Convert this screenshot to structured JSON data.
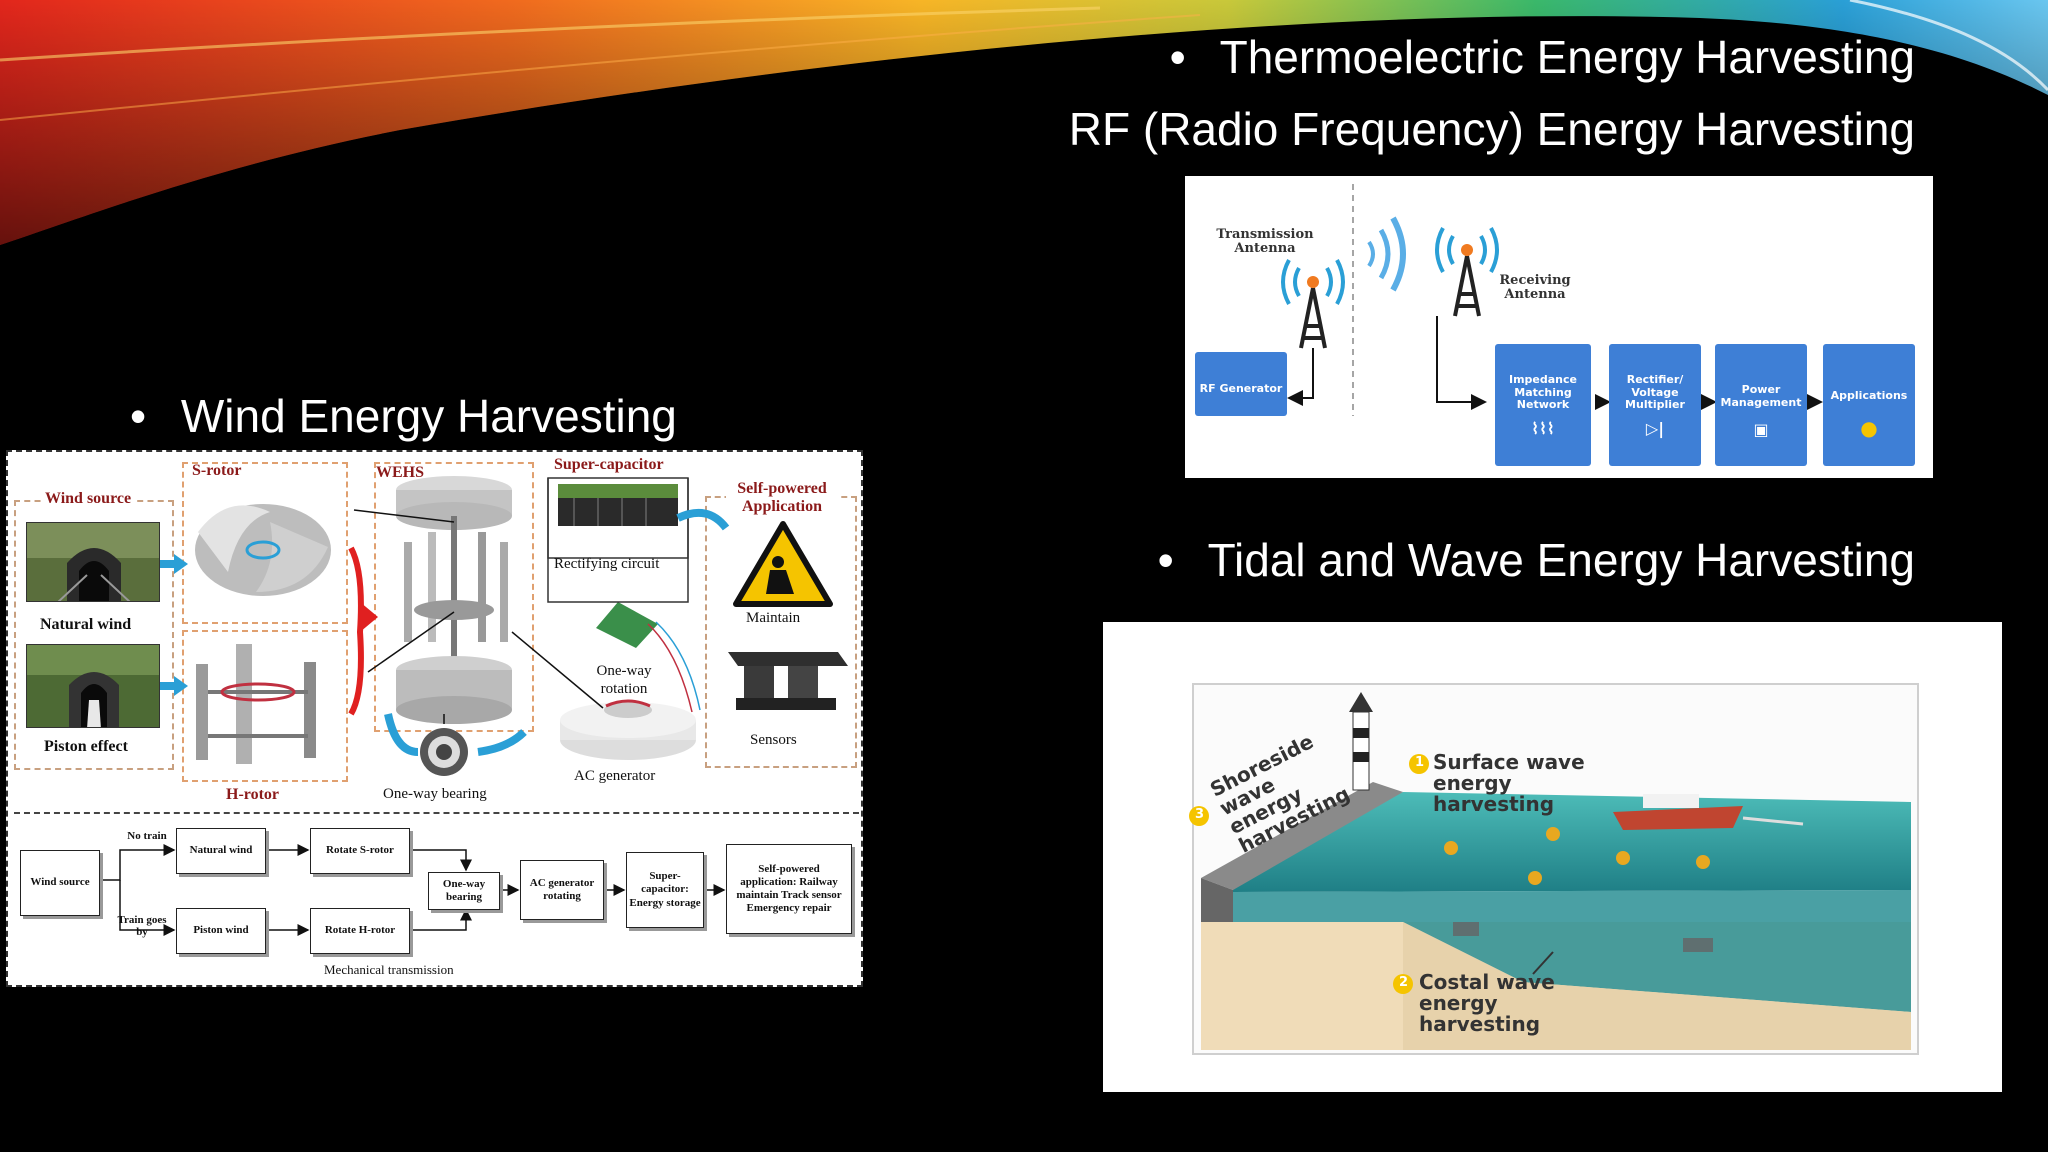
{
  "slide": {
    "bullets": {
      "thermoelectric": "Thermoelectric Energy Harvesting",
      "rf": "RF (Radio Frequency) Energy Harvesting",
      "wind": "Wind Energy Harvesting",
      "tidal": "Tidal and Wave Energy Harvesting"
    }
  },
  "wind_figure": {
    "wind_source": "Wind source",
    "natural_wind": "Natural wind",
    "piston_effect": "Piston effect",
    "s_rotor": "S-rotor",
    "h_rotor": "H-rotor",
    "wehs": "WEHS",
    "one_way_bearing": "One-way bearing",
    "super_capacitor": "Super-capacitor",
    "rectifying_circuit": "Rectifying circuit",
    "one_way_rotation": "One-way rotation",
    "ac_generator": "AC generator",
    "self_powered_application": "Self-powered Application",
    "maintain": "Maintain",
    "sensors": "Sensors",
    "flow": {
      "wind_source": "Wind source",
      "no_train": "No train",
      "train_goes_by": "Train goes by",
      "natural_wind": "Natural wind",
      "piston_wind": "Piston wind",
      "rotate_s_rotor": "Rotate S-rotor",
      "rotate_h_rotor": "Rotate H-rotor",
      "one_way_bearing": "One-way bearing",
      "ac_generator_rotating": "AC generator rotating",
      "super_capacitor_storage": "Super-capacitor: Energy storage",
      "self_powered_app": "Self-powered application: Railway maintain Track sensor Emergency repair",
      "mechanical_transmission": "Mechanical transmission"
    }
  },
  "rf_figure": {
    "transmission_antenna": "Transmission Antenna",
    "receiving_antenna": "Receiving Antenna",
    "rf_generator": "RF Generator",
    "impedance_matching": "Impedance Matching Network",
    "rectifier": "Rectifier/ Voltage Multiplier",
    "power_management": "Power Management",
    "applications": "Applications",
    "block_color": "#3e7fd6"
  },
  "tidal_figure": {
    "shoreside": "Shoreside wave energy harvesting",
    "surface": "Surface wave energy harvesting",
    "coastal": "Costal wave energy harvesting",
    "marker_1": "1",
    "marker_2": "2",
    "marker_3": "3",
    "water_color": "#3aa6a6"
  }
}
